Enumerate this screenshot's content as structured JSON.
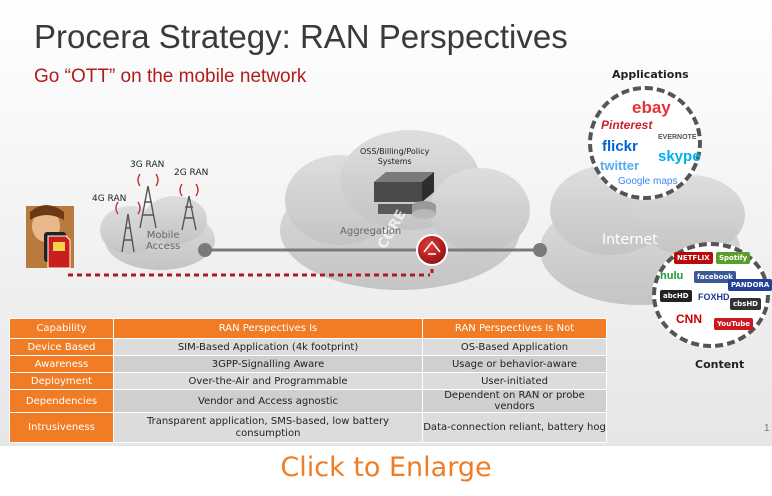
{
  "slide": {
    "title": "Procera Strategy: RAN Perspectives",
    "subtitle": "Go “OTT” on the mobile network",
    "slide_number": "1"
  },
  "diagram": {
    "ran_labels": [
      "4G RAN",
      "3G RAN",
      "2G RAN"
    ],
    "mobile_access": "Mobile\nAccess",
    "aggregation": "Aggregation",
    "core_label": "CORE",
    "oss_label": "OSS/Billing/Policy\nSystems",
    "internet": "Internet",
    "sim_label": "SIM",
    "applications_title": "Applications",
    "content_title": "Content",
    "applications": [
      "ebay",
      "Pinterest",
      "EVERNOTE",
      "flickr",
      "skype",
      "twitter",
      "Google maps"
    ],
    "content": [
      "NETFLIX",
      "Spotify",
      "hulu",
      "facebook",
      "PANDORA",
      "abcHD",
      "FOXHD",
      "cbsHD",
      "CNN",
      "YouTube"
    ],
    "colors": {
      "accent": "#f07c25",
      "red": "#b01c1c",
      "link": "#7a7a7a"
    }
  },
  "table": {
    "headers": [
      "Capability",
      "RAN Perspectives Is",
      "RAN Perspectives Is Not"
    ],
    "rows": [
      [
        "Device Based",
        "SIM-Based Application  (4k footprint)",
        "OS-Based Application"
      ],
      [
        "Awareness",
        "3GPP-Signalling Aware",
        "Usage or behavior-aware"
      ],
      [
        "Deployment",
        "Over-the-Air and Programmable",
        "User-initiated"
      ],
      [
        "Dependencies",
        "Vendor and Access agnostic",
        "Dependent on RAN or probe vendors"
      ],
      [
        "Intrusiveness",
        "Transparent application, SMS-based, low battery consumption",
        "Data-connection reliant, battery hog"
      ]
    ]
  },
  "footer": {
    "click_to_enlarge": "Click to Enlarge"
  }
}
